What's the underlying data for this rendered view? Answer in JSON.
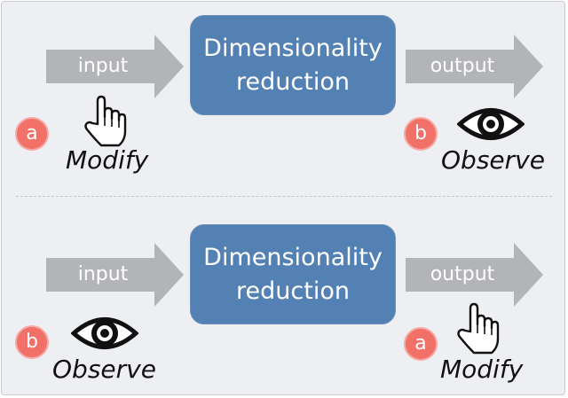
{
  "top_panel": {
    "input_label": "input",
    "box_line1": "Dimensionality",
    "box_line2": "reduction",
    "output_label": "output",
    "left_badge": "a",
    "left_caption": "Modify",
    "left_icon": "hand-pointer-icon",
    "right_badge": "b",
    "right_caption": "Observe",
    "right_icon": "eye-icon"
  },
  "bottom_panel": {
    "input_label": "input",
    "box_line1": "Dimensionality",
    "box_line2": "reduction",
    "output_label": "output",
    "left_badge": "b",
    "left_caption": "Observe",
    "left_icon": "eye-icon",
    "right_badge": "a",
    "right_caption": "Modify",
    "right_icon": "hand-pointer-icon"
  },
  "colors": {
    "background": "#eeeff3",
    "arrow": "#b3b4b7",
    "box": "#5381b3",
    "badge": "#f17068"
  }
}
